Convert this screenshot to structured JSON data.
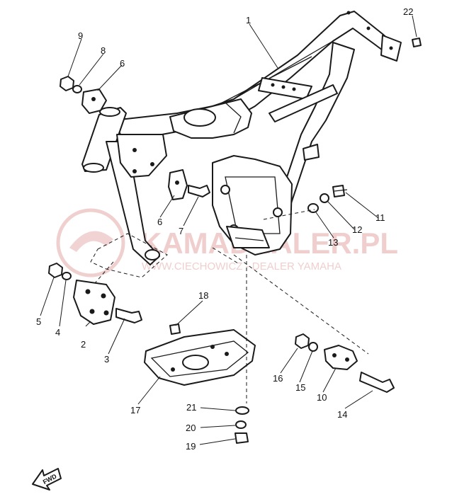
{
  "watermark": {
    "brand": "KAMADEALER.PL",
    "subtitle": "WWW.CIECHOWICZ - DEALER YAMAHA"
  },
  "fwd_label": "FWD",
  "callouts": [
    {
      "id": "1",
      "text": "1"
    },
    {
      "id": "2",
      "text": "2"
    },
    {
      "id": "3",
      "text": "3"
    },
    {
      "id": "4",
      "text": "4"
    },
    {
      "id": "5",
      "text": "5"
    },
    {
      "id": "6a",
      "text": "6"
    },
    {
      "id": "6b",
      "text": "6"
    },
    {
      "id": "7",
      "text": "7"
    },
    {
      "id": "8",
      "text": "8"
    },
    {
      "id": "9",
      "text": "9"
    },
    {
      "id": "10",
      "text": "10"
    },
    {
      "id": "11",
      "text": "11"
    },
    {
      "id": "12",
      "text": "12"
    },
    {
      "id": "13",
      "text": "13"
    },
    {
      "id": "14",
      "text": "14"
    },
    {
      "id": "15",
      "text": "15"
    },
    {
      "id": "16",
      "text": "16"
    },
    {
      "id": "17",
      "text": "17"
    },
    {
      "id": "18",
      "text": "18"
    },
    {
      "id": "19",
      "text": "19"
    },
    {
      "id": "20",
      "text": "20"
    },
    {
      "id": "21",
      "text": "21"
    },
    {
      "id": "22",
      "text": "22"
    }
  ]
}
